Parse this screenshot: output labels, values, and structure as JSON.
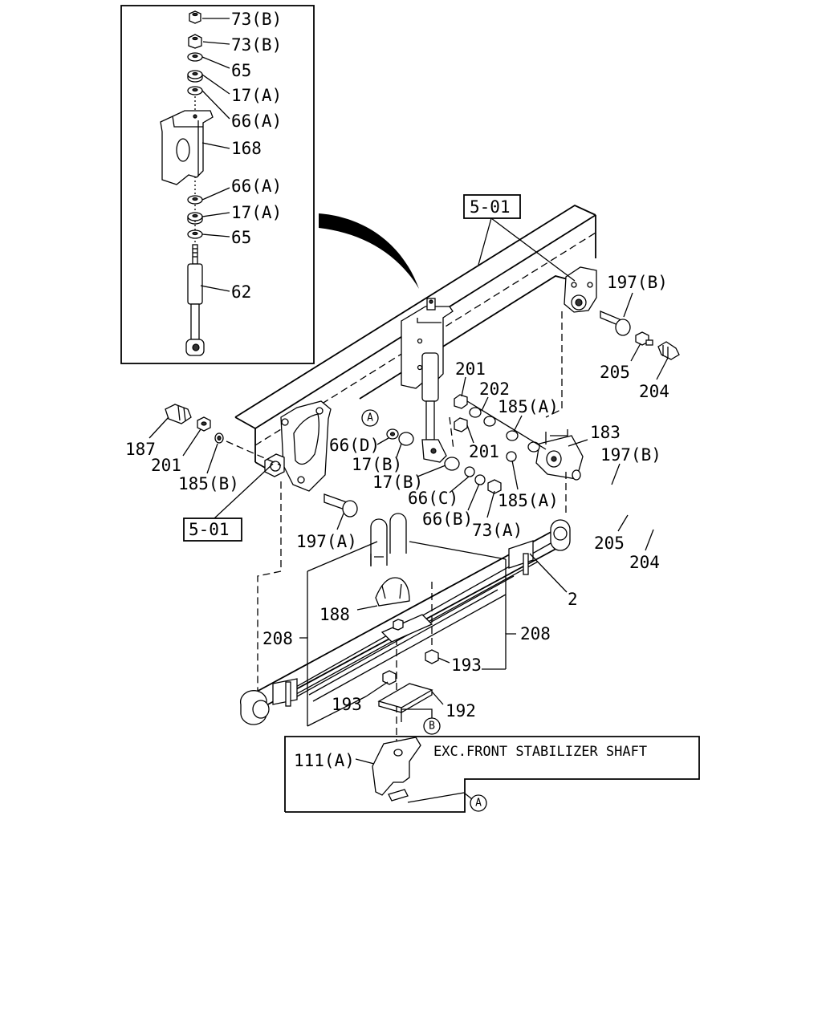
{
  "inset_callouts": {
    "nut_top_1": "73(B)",
    "nut_top_2": "73(B)",
    "washer_65_top": "65",
    "bush_17a_top": "17(A)",
    "washer_66a_top": "66(A)",
    "bracket_168": "168",
    "washer_66a_bottom": "66(A)",
    "bush_17a_bottom": "17(A)",
    "washer_65_bottom": "65",
    "shock_absorber_62": "62"
  },
  "refs": {
    "frame_ref_top": "5-01",
    "frame_ref_left": "5-01"
  },
  "callouts": {
    "bolt_197b_top": "197(B)",
    "bolt_205_top": "205",
    "grease_204_top": "204",
    "nut_201_upper": "201",
    "washer_202": "202",
    "washer_185a_upper": "185(A)",
    "shackle_183": "183",
    "nut_201_middle": "201",
    "bolt_197b_middle": "197(B)",
    "bolt_205_bottom": "205",
    "grease_204_bottom": "204",
    "grease_187": "187",
    "nut_201_left": "201",
    "washer_185b": "185(B)",
    "washer_66d": "66(D)",
    "bush_17b_upper": "17(B)",
    "bush_17b_lower": "17(B)",
    "washer_66c": "66(C)",
    "washer_66b": "66(B)",
    "nut_73a": "73(A)",
    "washer_185a_lower": "185(A)",
    "bolt_197a": "197(A)",
    "leaf_spring_2": "2",
    "bumper_188": "188",
    "u_bolt_208_left": "208",
    "u_bolt_208_right": "208",
    "nut_193_right": "193",
    "nut_193_left": "193",
    "plate_192": "192",
    "bracket_111a": "111(A)"
  },
  "markers": {
    "a_upper": "A",
    "a_lower": "A",
    "b": "B"
  },
  "note": {
    "exc_label": "EXC.FRONT STABILIZER SHAFT"
  }
}
